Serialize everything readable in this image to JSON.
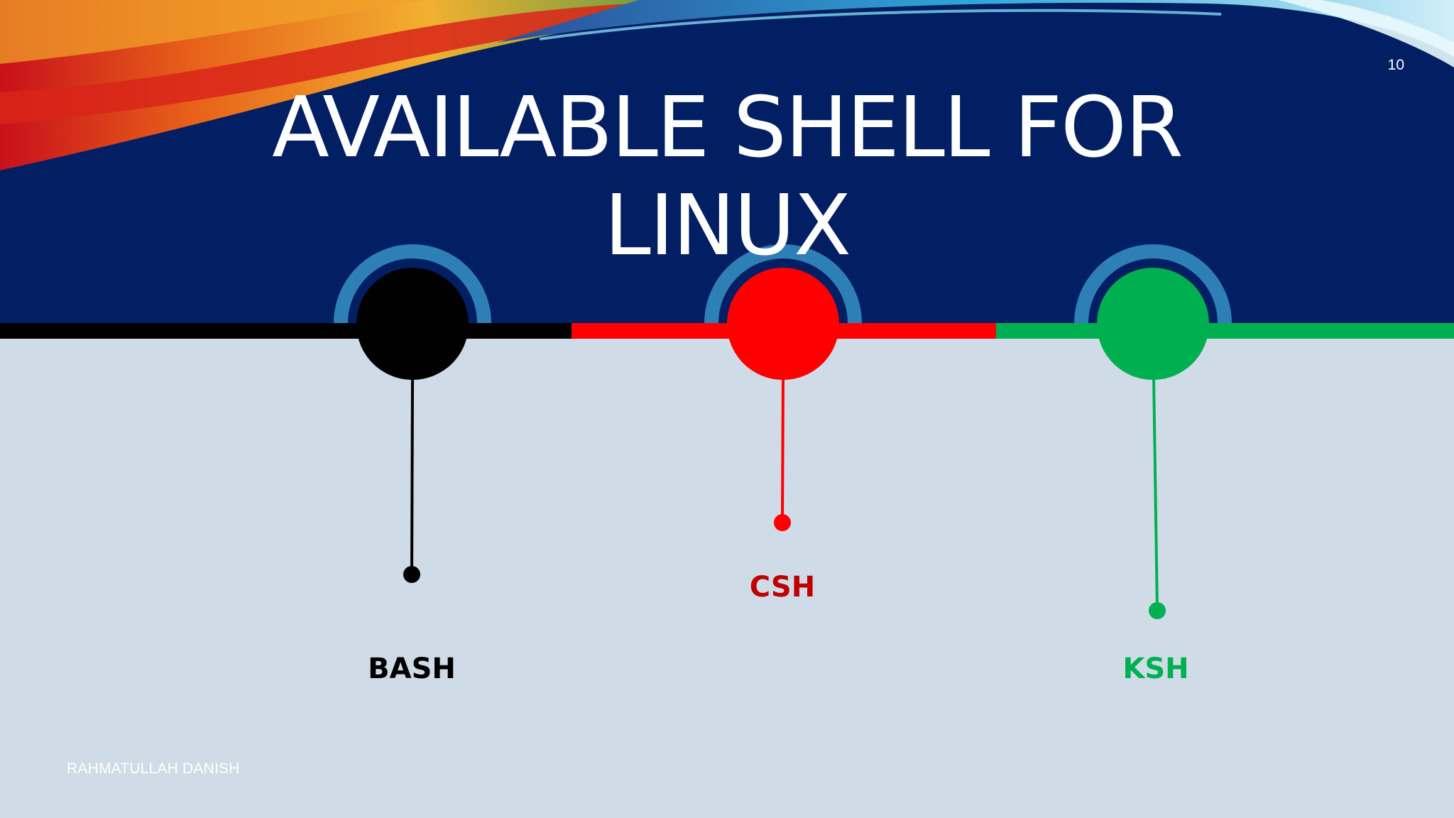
{
  "slide": {
    "title": "AVAILABLE SHELL FOR LINUX",
    "page_number": "10",
    "footer": "RAHMATULLAH DANISH"
  },
  "shells": [
    {
      "label": "BASH",
      "color": "#000000"
    },
    {
      "label": "CSH",
      "color": "#ff0000"
    },
    {
      "label": "KSH",
      "color": "#00b050"
    }
  ],
  "colors": {
    "header_background": "#021f63",
    "body_background": "#cfdce8",
    "ring_accent": "#2e7fb6",
    "csh_label": "#c00000"
  }
}
